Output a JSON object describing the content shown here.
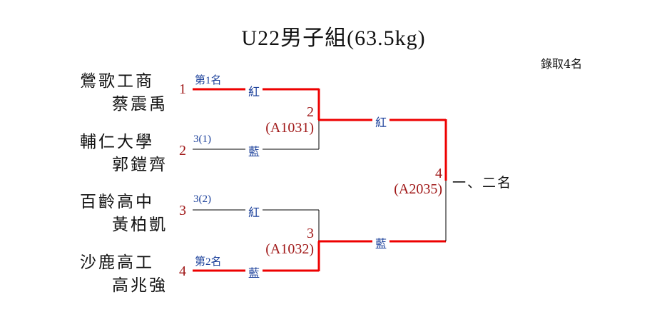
{
  "title": "U22男子組(63.5kg)",
  "quota": "錄取4名",
  "colors": {
    "winner_line": "#ee0000",
    "line": "#000000",
    "seed": "#a01818",
    "note": "#1a3f9a"
  },
  "entries": [
    {
      "seed": "1",
      "school": "鶯歌工商",
      "name": "蔡震禹",
      "note": "第1名",
      "corner": "紅",
      "winner": true
    },
    {
      "seed": "2",
      "school": "輔仁大學",
      "name": "郭鎧齊",
      "note": "3(1)",
      "corner": "藍",
      "winner": false
    },
    {
      "seed": "3",
      "school": "百齡高中",
      "name": "黃柏凱",
      "note": "3(2)",
      "corner": "紅",
      "winner": false
    },
    {
      "seed": "4",
      "school": "沙鹿高工",
      "name": "高兆強",
      "note": "第2名",
      "corner": "藍",
      "winner": true
    }
  ],
  "matches": [
    {
      "number": "2",
      "code": "(A1031)"
    },
    {
      "number": "3",
      "code": "(A1032)"
    },
    {
      "number": "4",
      "code": "(A2035)"
    }
  ],
  "final_corners": {
    "top": "紅",
    "bottom": "藍"
  },
  "final_result": "一、二名"
}
